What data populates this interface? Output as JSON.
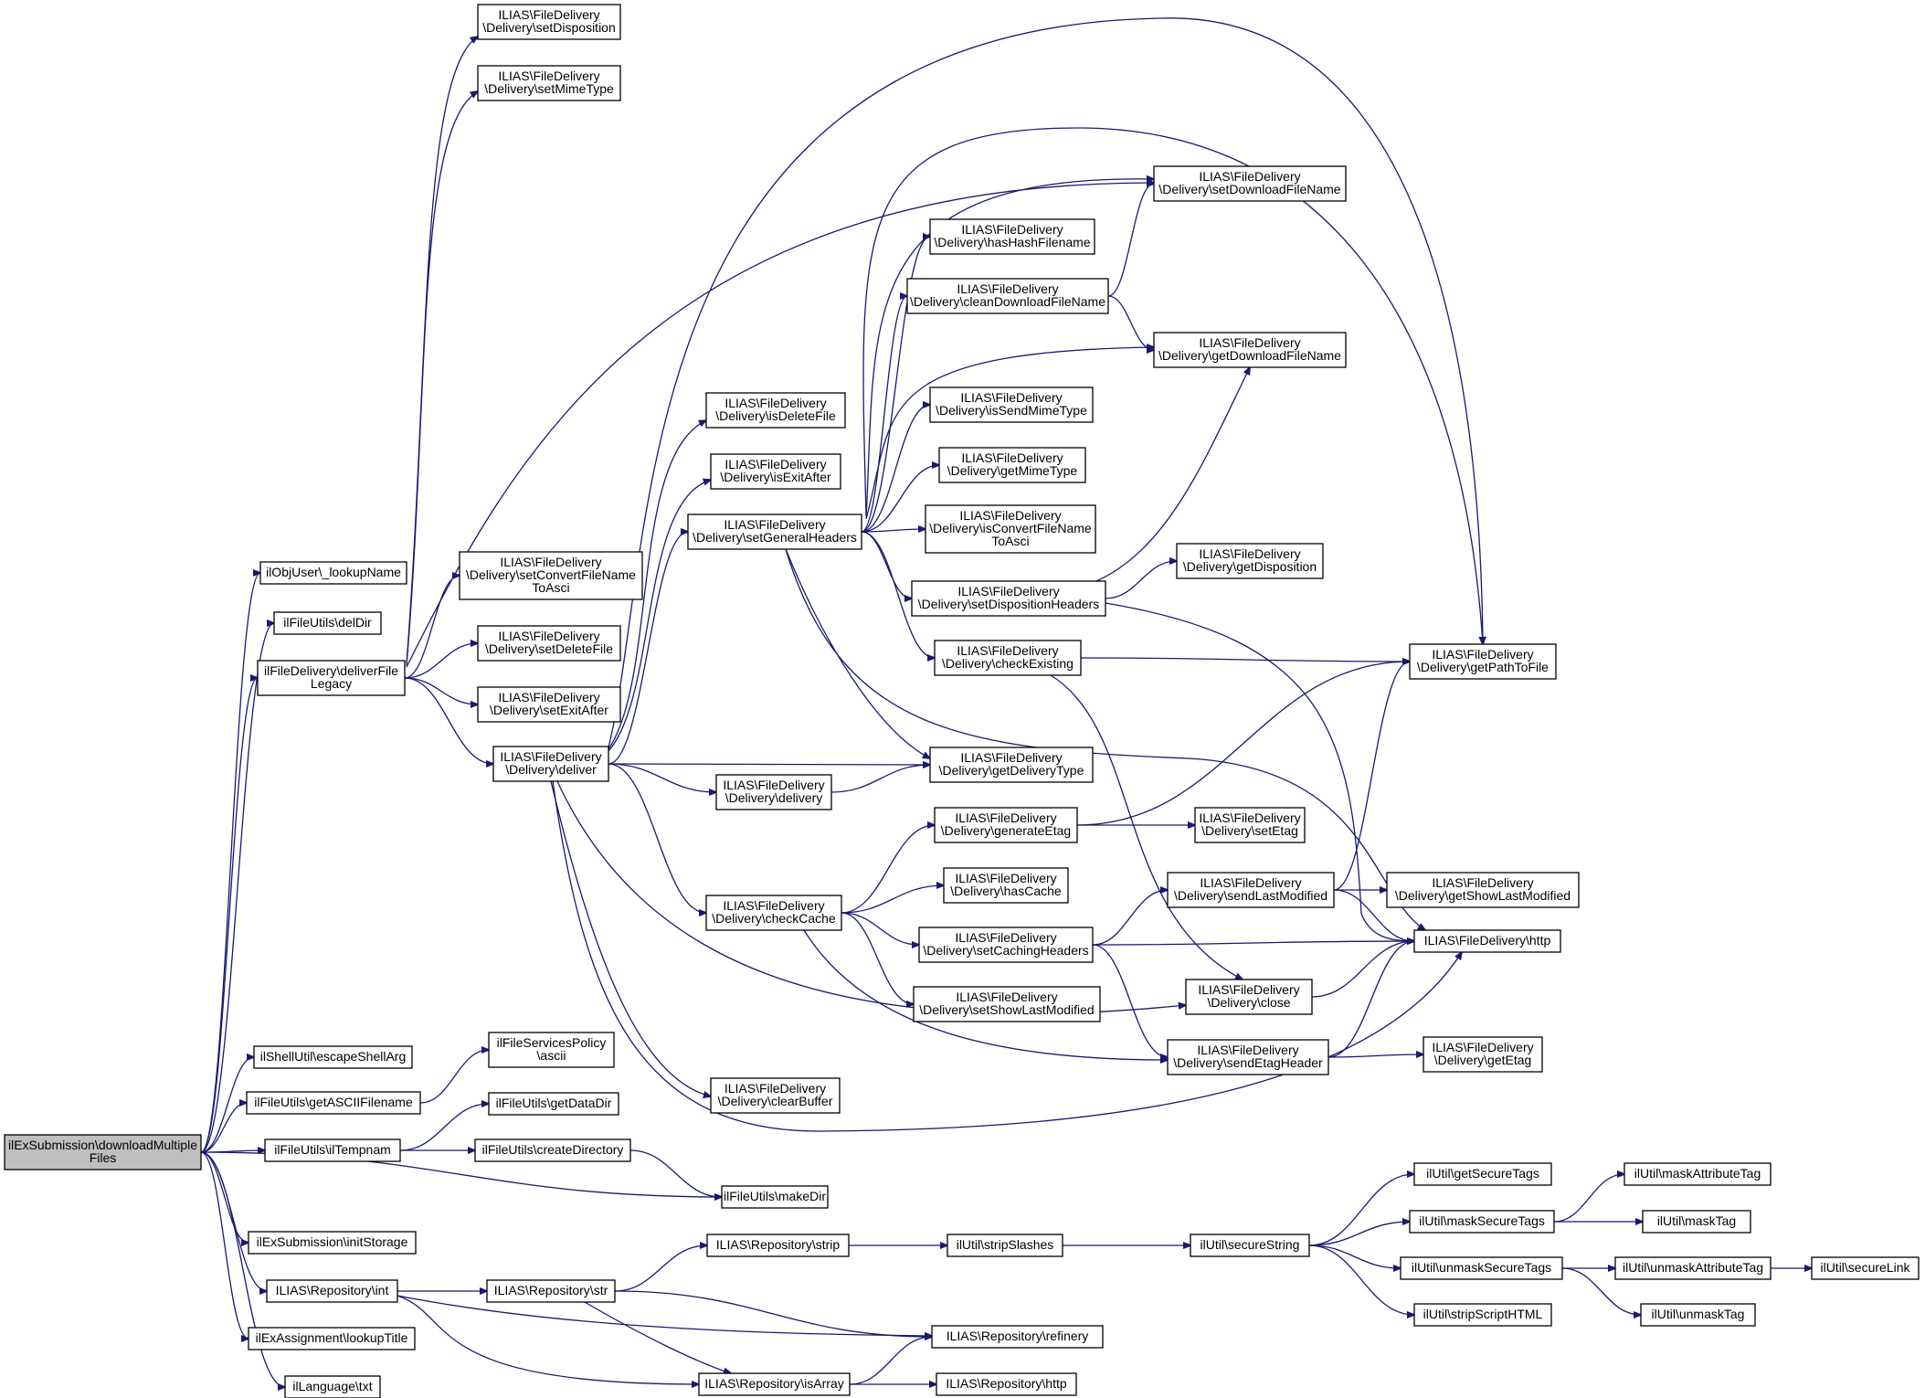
{
  "graph": {
    "kind": "call-graph",
    "colors": {
      "edge": "#191970",
      "node_border": "#000000",
      "node_fill": "#ffffff",
      "root_fill": "#bfbfbf",
      "background": "#ffffff"
    },
    "root": "downloadMultipleFiles",
    "nodes": [
      {
        "id": "downloadMultipleFiles",
        "lines": [
          "ilExSubmission\\downloadMultiple",
          "Files"
        ]
      },
      {
        "id": "lookupName",
        "lines": [
          "ilObjUser\\_lookupName"
        ]
      },
      {
        "id": "delDir",
        "lines": [
          "ilFileUtils\\delDir"
        ]
      },
      {
        "id": "deliverFileLegacy",
        "lines": [
          "ilFileDelivery\\deliverFile",
          "Legacy"
        ]
      },
      {
        "id": "escapeShellArg",
        "lines": [
          "ilShellUtil\\escapeShellArg"
        ]
      },
      {
        "id": "getASCIIFilename",
        "lines": [
          "ilFileUtils\\getASCIIFilename"
        ]
      },
      {
        "id": "ilTempnam",
        "lines": [
          "ilFileUtils\\ilTempnam"
        ]
      },
      {
        "id": "initStorage",
        "lines": [
          "ilExSubmission\\initStorage"
        ]
      },
      {
        "id": "repoInt",
        "lines": [
          "ILIAS\\Repository\\int"
        ]
      },
      {
        "id": "lookupTitle",
        "lines": [
          "ilExAssignment\\lookupTitle"
        ]
      },
      {
        "id": "langTxt",
        "lines": [
          "ilLanguage\\txt"
        ]
      },
      {
        "id": "setDisposition",
        "lines": [
          "ILIAS\\FileDelivery",
          "\\Delivery\\setDisposition"
        ]
      },
      {
        "id": "setMimeType",
        "lines": [
          "ILIAS\\FileDelivery",
          "\\Delivery\\setMimeType"
        ]
      },
      {
        "id": "setConvertFileNameToAsci",
        "lines": [
          "ILIAS\\FileDelivery",
          "\\Delivery\\setConvertFileName",
          "ToAsci"
        ]
      },
      {
        "id": "setDeleteFile",
        "lines": [
          "ILIAS\\FileDelivery",
          "\\Delivery\\setDeleteFile"
        ]
      },
      {
        "id": "setExitAfter",
        "lines": [
          "ILIAS\\FileDelivery",
          "\\Delivery\\setExitAfter"
        ]
      },
      {
        "id": "deliver",
        "lines": [
          "ILIAS\\FileDelivery",
          "\\Delivery\\deliver"
        ]
      },
      {
        "id": "policyAscii",
        "lines": [
          "ilFileServicesPolicy",
          "\\ascii"
        ]
      },
      {
        "id": "getDataDir",
        "lines": [
          "ilFileUtils\\getDataDir"
        ]
      },
      {
        "id": "createDirectory",
        "lines": [
          "ilFileUtils\\createDirectory"
        ]
      },
      {
        "id": "repoStr",
        "lines": [
          "ILIAS\\Repository\\str"
        ]
      },
      {
        "id": "isDeleteFile",
        "lines": [
          "ILIAS\\FileDelivery",
          "\\Delivery\\isDeleteFile"
        ]
      },
      {
        "id": "isExitAfter",
        "lines": [
          "ILIAS\\FileDelivery",
          "\\Delivery\\isExitAfter"
        ]
      },
      {
        "id": "setGeneralHeaders",
        "lines": [
          "ILIAS\\FileDelivery",
          "\\Delivery\\setGeneralHeaders"
        ]
      },
      {
        "id": "delivery",
        "lines": [
          "ILIAS\\FileDelivery",
          "\\Delivery\\delivery"
        ]
      },
      {
        "id": "checkCache",
        "lines": [
          "ILIAS\\FileDelivery",
          "\\Delivery\\checkCache"
        ]
      },
      {
        "id": "clearBuffer",
        "lines": [
          "ILIAS\\FileDelivery",
          "\\Delivery\\clearBuffer"
        ]
      },
      {
        "id": "makeDir",
        "lines": [
          "ilFileUtils\\makeDir"
        ]
      },
      {
        "id": "repoStrip",
        "lines": [
          "ILIAS\\Repository\\strip"
        ]
      },
      {
        "id": "repoIsArray",
        "lines": [
          "ILIAS\\Repository\\isArray"
        ]
      },
      {
        "id": "hasHashFilename",
        "lines": [
          "ILIAS\\FileDelivery",
          "\\Delivery\\hasHashFilename"
        ]
      },
      {
        "id": "cleanDownloadFileName",
        "lines": [
          "ILIAS\\FileDelivery",
          "\\Delivery\\cleanDownloadFileName"
        ]
      },
      {
        "id": "isSendMimeType",
        "lines": [
          "ILIAS\\FileDelivery",
          "\\Delivery\\isSendMimeType"
        ]
      },
      {
        "id": "getMimeType",
        "lines": [
          "ILIAS\\FileDelivery",
          "\\Delivery\\getMimeType"
        ]
      },
      {
        "id": "isConvertFileNameToAsci",
        "lines": [
          "ILIAS\\FileDelivery",
          "\\Delivery\\isConvertFileName",
          "ToAsci"
        ]
      },
      {
        "id": "setDispositionHeaders",
        "lines": [
          "ILIAS\\FileDelivery",
          "\\Delivery\\setDispositionHeaders"
        ]
      },
      {
        "id": "checkExisting",
        "lines": [
          "ILIAS\\FileDelivery",
          "\\Delivery\\checkExisting"
        ]
      },
      {
        "id": "getDeliveryType",
        "lines": [
          "ILIAS\\FileDelivery",
          "\\Delivery\\getDeliveryType"
        ]
      },
      {
        "id": "generateEtag",
        "lines": [
          "ILIAS\\FileDelivery",
          "\\Delivery\\generateEtag"
        ]
      },
      {
        "id": "hasCache",
        "lines": [
          "ILIAS\\FileDelivery",
          "\\Delivery\\hasCache"
        ]
      },
      {
        "id": "setCachingHeaders",
        "lines": [
          "ILIAS\\FileDelivery",
          "\\Delivery\\setCachingHeaders"
        ]
      },
      {
        "id": "setShowLastModified",
        "lines": [
          "ILIAS\\FileDelivery",
          "\\Delivery\\setShowLastModified"
        ]
      },
      {
        "id": "stripSlashes",
        "lines": [
          "ilUtil\\stripSlashes"
        ]
      },
      {
        "id": "repoRefinery",
        "lines": [
          "ILIAS\\Repository\\refinery"
        ]
      },
      {
        "id": "repoHttp",
        "lines": [
          "ILIAS\\Repository\\http"
        ]
      },
      {
        "id": "setDownloadFileName",
        "lines": [
          "ILIAS\\FileDelivery",
          "\\Delivery\\setDownloadFileName"
        ]
      },
      {
        "id": "getDownloadFileName",
        "lines": [
          "ILIAS\\FileDelivery",
          "\\Delivery\\getDownloadFileName"
        ]
      },
      {
        "id": "getDisposition",
        "lines": [
          "ILIAS\\FileDelivery",
          "\\Delivery\\getDisposition"
        ]
      },
      {
        "id": "setEtag",
        "lines": [
          "ILIAS\\FileDelivery",
          "\\Delivery\\setEtag"
        ]
      },
      {
        "id": "sendLastModified",
        "lines": [
          "ILIAS\\FileDelivery",
          "\\Delivery\\sendLastModified"
        ]
      },
      {
        "id": "deliveryClose",
        "lines": [
          "ILIAS\\FileDelivery",
          "\\Delivery\\close"
        ]
      },
      {
        "id": "sendEtagHeader",
        "lines": [
          "ILIAS\\FileDelivery",
          "\\Delivery\\sendEtagHeader"
        ]
      },
      {
        "id": "secureString",
        "lines": [
          "ilUtil\\secureString"
        ]
      },
      {
        "id": "getPathToFile",
        "lines": [
          "ILIAS\\FileDelivery",
          "\\Delivery\\getPathToFile"
        ]
      },
      {
        "id": "fdHttp",
        "lines": [
          "ILIAS\\FileDelivery\\http"
        ]
      },
      {
        "id": "getShowLastModified",
        "lines": [
          "ILIAS\\FileDelivery",
          "\\Delivery\\getShowLastModified"
        ]
      },
      {
        "id": "getEtag",
        "lines": [
          "ILIAS\\FileDelivery",
          "\\Delivery\\getEtag"
        ]
      },
      {
        "id": "getSecureTags",
        "lines": [
          "ilUtil\\getSecureTags"
        ]
      },
      {
        "id": "maskSecureTags",
        "lines": [
          "ilUtil\\maskSecureTags"
        ]
      },
      {
        "id": "unmaskSecureTags",
        "lines": [
          "ilUtil\\unmaskSecureTags"
        ]
      },
      {
        "id": "stripScriptHTML",
        "lines": [
          "ilUtil\\stripScriptHTML"
        ]
      },
      {
        "id": "maskAttributeTag",
        "lines": [
          "ilUtil\\maskAttributeTag"
        ]
      },
      {
        "id": "maskTag",
        "lines": [
          "ilUtil\\maskTag"
        ]
      },
      {
        "id": "unmaskAttributeTag",
        "lines": [
          "ilUtil\\unmaskAttributeTag"
        ]
      },
      {
        "id": "unmaskTag",
        "lines": [
          "ilUtil\\unmaskTag"
        ]
      },
      {
        "id": "secureLink",
        "lines": [
          "ilUtil\\secureLink"
        ]
      }
    ],
    "edges": [
      [
        "downloadMultipleFiles",
        "lookupName"
      ],
      [
        "downloadMultipleFiles",
        "delDir"
      ],
      [
        "downloadMultipleFiles",
        "deliverFileLegacy"
      ],
      [
        "downloadMultipleFiles",
        "escapeShellArg"
      ],
      [
        "downloadMultipleFiles",
        "getASCIIFilename"
      ],
      [
        "downloadMultipleFiles",
        "ilTempnam"
      ],
      [
        "downloadMultipleFiles",
        "makeDir"
      ],
      [
        "downloadMultipleFiles",
        "initStorage"
      ],
      [
        "downloadMultipleFiles",
        "repoInt"
      ],
      [
        "downloadMultipleFiles",
        "lookupTitle"
      ],
      [
        "downloadMultipleFiles",
        "langTxt"
      ],
      [
        "deliverFileLegacy",
        "setDisposition"
      ],
      [
        "deliverFileLegacy",
        "setMimeType"
      ],
      [
        "deliverFileLegacy",
        "setDownloadFileName"
      ],
      [
        "deliverFileLegacy",
        "setConvertFileNameToAsci"
      ],
      [
        "deliverFileLegacy",
        "setDeleteFile"
      ],
      [
        "deliverFileLegacy",
        "setExitAfter"
      ],
      [
        "deliverFileLegacy",
        "deliver"
      ],
      [
        "deliver",
        "isDeleteFile"
      ],
      [
        "deliver",
        "isExitAfter"
      ],
      [
        "deliver",
        "setGeneralHeaders"
      ],
      [
        "deliver",
        "getPathToFile"
      ],
      [
        "deliver",
        "getDeliveryType"
      ],
      [
        "deliver",
        "delivery"
      ],
      [
        "deliver",
        "checkCache"
      ],
      [
        "deliver",
        "deliveryClose"
      ],
      [
        "deliver",
        "clearBuffer"
      ],
      [
        "deliver",
        "fdHttp"
      ],
      [
        "getASCIIFilename",
        "policyAscii"
      ],
      [
        "ilTempnam",
        "getDataDir"
      ],
      [
        "ilTempnam",
        "createDirectory"
      ],
      [
        "createDirectory",
        "makeDir"
      ],
      [
        "repoInt",
        "repoStr"
      ],
      [
        "repoInt",
        "repoRefinery"
      ],
      [
        "repoInt",
        "repoIsArray"
      ],
      [
        "repoStr",
        "repoStrip"
      ],
      [
        "repoStr",
        "repoRefinery"
      ],
      [
        "repoStr",
        "repoIsArray"
      ],
      [
        "repoStrip",
        "stripSlashes"
      ],
      [
        "repoIsArray",
        "repoRefinery"
      ],
      [
        "repoIsArray",
        "repoHttp"
      ],
      [
        "stripSlashes",
        "secureString"
      ],
      [
        "secureString",
        "getSecureTags"
      ],
      [
        "secureString",
        "maskSecureTags"
      ],
      [
        "secureString",
        "unmaskSecureTags"
      ],
      [
        "secureString",
        "stripScriptHTML"
      ],
      [
        "maskSecureTags",
        "maskAttributeTag"
      ],
      [
        "maskSecureTags",
        "maskTag"
      ],
      [
        "unmaskSecureTags",
        "unmaskAttributeTag"
      ],
      [
        "unmaskSecureTags",
        "unmaskTag"
      ],
      [
        "unmaskAttributeTag",
        "secureLink"
      ],
      [
        "setGeneralHeaders",
        "setDownloadFileName"
      ],
      [
        "setGeneralHeaders",
        "hasHashFilename"
      ],
      [
        "setGeneralHeaders",
        "cleanDownloadFileName"
      ],
      [
        "setGeneralHeaders",
        "getDownloadFileName"
      ],
      [
        "setGeneralHeaders",
        "isSendMimeType"
      ],
      [
        "setGeneralHeaders",
        "getMimeType"
      ],
      [
        "setGeneralHeaders",
        "isConvertFileNameToAsci"
      ],
      [
        "setGeneralHeaders",
        "setDispositionHeaders"
      ],
      [
        "setGeneralHeaders",
        "checkExisting"
      ],
      [
        "setGeneralHeaders",
        "getDeliveryType"
      ],
      [
        "setGeneralHeaders",
        "getPathToFile"
      ],
      [
        "setGeneralHeaders",
        "fdHttp"
      ],
      [
        "cleanDownloadFileName",
        "setDownloadFileName"
      ],
      [
        "cleanDownloadFileName",
        "getDownloadFileName"
      ],
      [
        "setDispositionHeaders",
        "getDownloadFileName"
      ],
      [
        "setDispositionHeaders",
        "getDisposition"
      ],
      [
        "setDispositionHeaders",
        "fdHttp"
      ],
      [
        "checkExisting",
        "getPathToFile"
      ],
      [
        "checkExisting",
        "deliveryClose"
      ],
      [
        "delivery",
        "getDeliveryType"
      ],
      [
        "checkCache",
        "generateEtag"
      ],
      [
        "checkCache",
        "hasCache"
      ],
      [
        "checkCache",
        "setCachingHeaders"
      ],
      [
        "checkCache",
        "setShowLastModified"
      ],
      [
        "checkCache",
        "sendEtagHeader"
      ],
      [
        "generateEtag",
        "getPathToFile"
      ],
      [
        "generateEtag",
        "setEtag"
      ],
      [
        "setCachingHeaders",
        "sendLastModified"
      ],
      [
        "setCachingHeaders",
        "fdHttp"
      ],
      [
        "setCachingHeaders",
        "sendEtagHeader"
      ],
      [
        "sendLastModified",
        "getPathToFile"
      ],
      [
        "sendLastModified",
        "getShowLastModified"
      ],
      [
        "sendLastModified",
        "fdHttp"
      ],
      [
        "deliveryClose",
        "fdHttp"
      ],
      [
        "sendEtagHeader",
        "fdHttp"
      ],
      [
        "sendEtagHeader",
        "getEtag"
      ]
    ]
  }
}
